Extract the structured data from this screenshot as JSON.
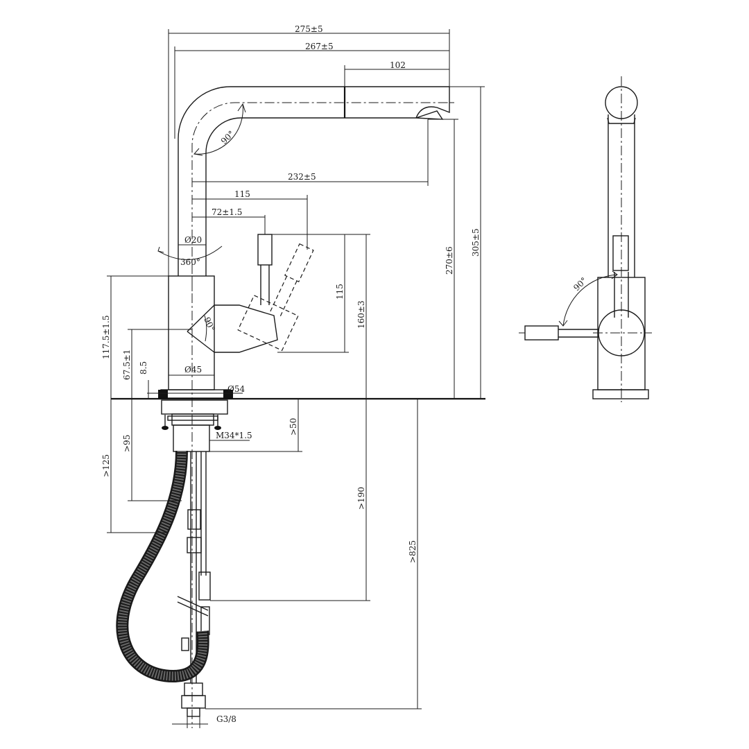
{
  "dimensions": {
    "overall_width": "275±5",
    "reach_width": "267±5",
    "spray_head_length": "102",
    "spout_reach": "232±5",
    "handle_reach": "115",
    "handle_offset": "72±1.5",
    "body_diameter_top": "Ø20",
    "swivel": "360°",
    "spout_bend": "90°",
    "handle_angle": "90°",
    "body_diameter": "Ø45",
    "base_diameter": "Ø54",
    "thread": "M34*1.5",
    "max_height": "305±5",
    "spout_height": "270±6",
    "handle_height": "160±3",
    "handle_travel": "115",
    "body_height": "117.5±1.5",
    "handle_axis_height": "67.5±1",
    "base_height": "8.5",
    "shank_length": ">50",
    "hose_clearance": ">95",
    "hose_drop": ">125",
    "min_cabinet_depth": ">190",
    "hose_length": ">825",
    "inlet": "G3/8",
    "side_handle_angle": "90°"
  },
  "colors": {
    "line": "#1a1a1a",
    "background": "#ffffff"
  }
}
